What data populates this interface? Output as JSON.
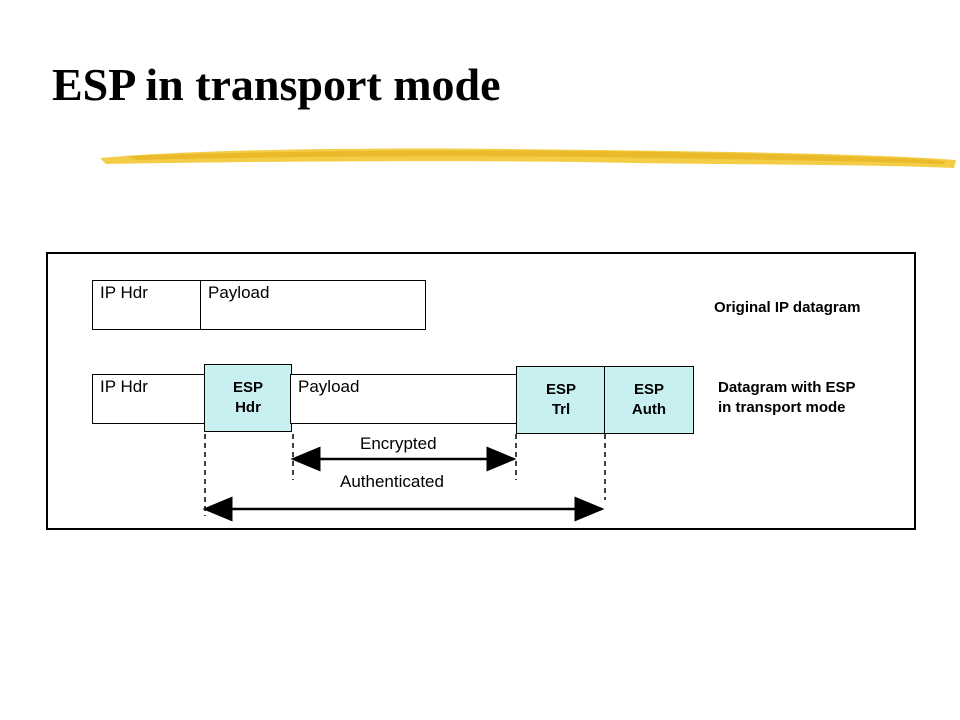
{
  "slide": {
    "title": "ESP in transport mode"
  },
  "diagram": {
    "original": {
      "fields": [
        "IP Hdr",
        "Payload"
      ],
      "label": "Original IP datagram"
    },
    "esp_datagram": {
      "ip_hdr": "IP Hdr",
      "esp_hdr": [
        "ESP",
        "Hdr"
      ],
      "payload": "Payload",
      "esp_trl": [
        "ESP",
        "Trl"
      ],
      "esp_auth": [
        "ESP",
        "Auth"
      ],
      "label_lines": [
        "Datagram with ESP",
        "in transport mode"
      ]
    },
    "encrypted_label": "Encrypted",
    "authenticated_label": "Authenticated"
  },
  "colors": {
    "esp_fill": "#c9f0f0",
    "highlight": "#f2c832"
  }
}
